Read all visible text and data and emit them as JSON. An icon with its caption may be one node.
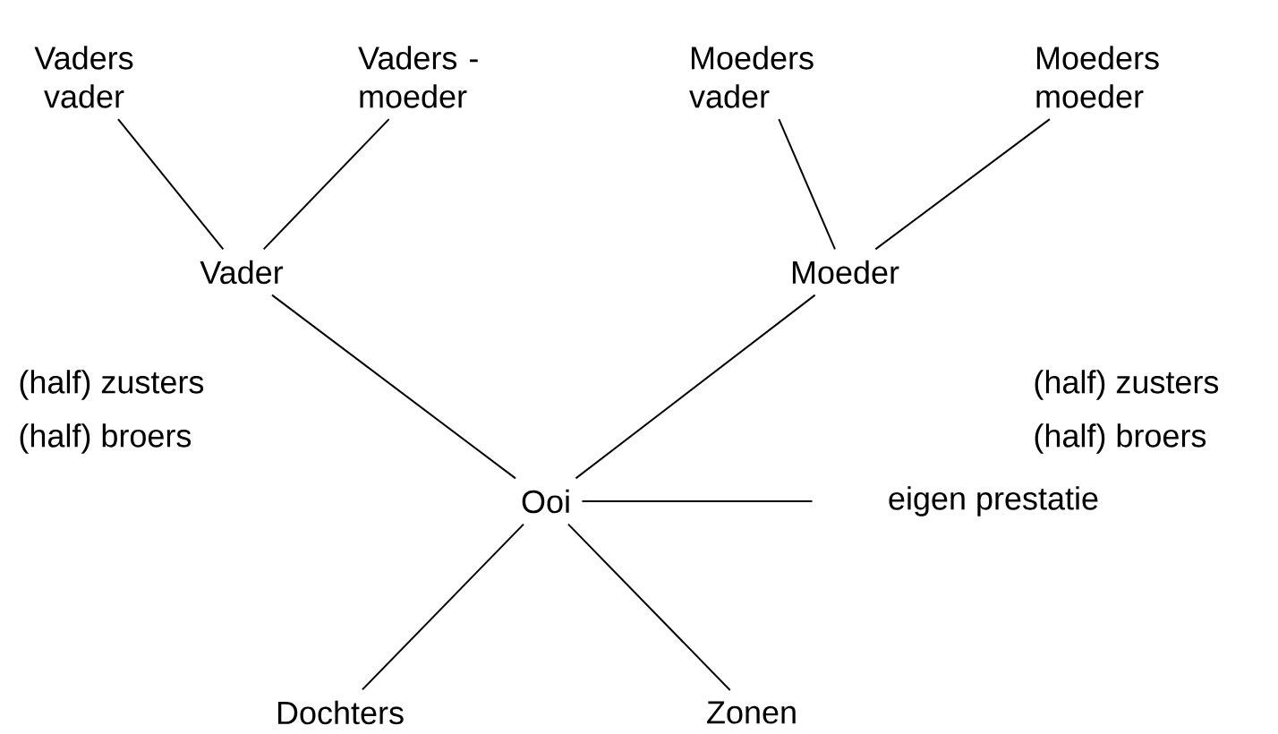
{
  "diagram": {
    "nodes": [
      {
        "text": [
          "Vaders vader"
        ]
      },
      {
        "text": [
          "Vaders - moeder"
        ]
      },
      {
        "text": [
          "Moeders vader"
        ]
      },
      {
        "text": [
          "Moeders moeder"
        ]
      },
      {
        "text": [
          "Vader"
        ]
      },
      {
        "text": [
          "Moeder"
        ]
      },
      {
        "text": [
          "Ooi"
        ]
      },
      {
        "text": [
          "eigen prestatie"
        ]
      },
      {
        "text": [
          "Dochters"
        ]
      },
      {
        "text": [
          "Zonen"
        ]
      }
    ],
    "edges": [
      {
        "from": 0,
        "to": 4,
        "arrow": "none"
      },
      {
        "from": 1,
        "to": 4,
        "arrow": "none"
      },
      {
        "from": 2,
        "to": 5,
        "arrow": "none"
      },
      {
        "from": 3,
        "to": 5,
        "arrow": "none"
      },
      {
        "from": 4,
        "to": 6,
        "arrow": "none"
      },
      {
        "from": 5,
        "to": 6,
        "arrow": "none"
      },
      {
        "from": 6,
        "to": 7,
        "arrow": "none"
      },
      {
        "from": 6,
        "to": 8,
        "arrow": "none"
      },
      {
        "from": 6,
        "to": 9,
        "arrow": "none"
      }
    ],
    "labels": [
      "(half) zusters",
      "(half) zusters",
      "(half) broers",
      "(half) broers"
    ]
  }
}
